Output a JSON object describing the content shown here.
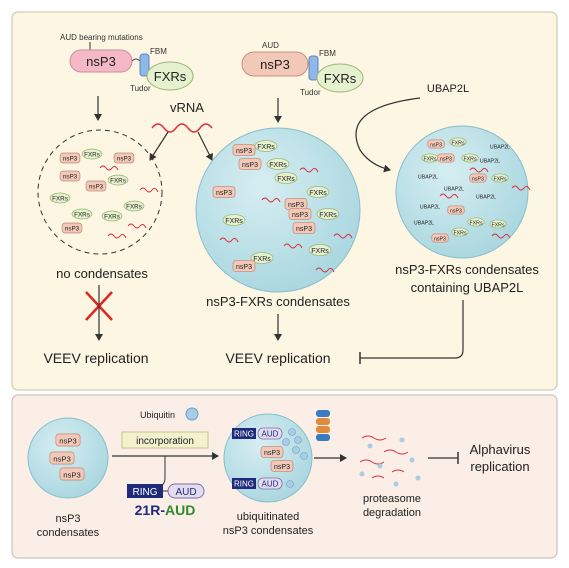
{
  "colors": {
    "top_panel_bg": "#fdf6e3",
    "bottom_panel_bg": "#faeee6",
    "border": "#bdbdbd",
    "nsp3_fill": "#f2c9b8",
    "nsp3_stroke": "#c98f7c",
    "nsp3_pink_fill": "#f4b8c6",
    "fxr_fill": "#e6f1cf",
    "fxr_stroke": "#9bb87a",
    "condensate_fill": "#bfe3ea",
    "condensate_stroke": "#86bfcc",
    "rna": "#d8323e",
    "red_x": "#e0261f",
    "tudor_blue": "#8fb7e8",
    "ring_navy": "#1f2a7a",
    "aud_green": "#2f8a2f",
    "ubiquitin": "#a9cde9",
    "incorporation_box": "#f4f1cf"
  },
  "top_panel": {
    "left_construct": {
      "mutation_label": "AUD bearing mutations",
      "nsp3": "nsP3",
      "fbm": "FBM",
      "fxrs": "FXRs",
      "tudor": "Tudor"
    },
    "middle_construct": {
      "aud": "AUD",
      "nsp3": "nsP3",
      "fbm": "FBM",
      "fxrs": "FXRs",
      "tudor": "Tudor"
    },
    "vrna": "vRNA",
    "ubap2l": "UBAP2L",
    "left_droplet_labels": [
      "nsP3",
      "FXRs",
      "nsP3",
      "nsP3",
      "FXRs",
      "FXRs",
      "nsP3",
      "FXRs",
      "FXRs",
      "nsP3",
      "FXRs"
    ],
    "middle_droplet_labels": [
      "nsP3",
      "FXRs",
      "nsP3",
      "FXRs",
      "nsP3",
      "FXRs",
      "nsP3",
      "nsP3",
      "nsP3",
      "FXRs",
      "FXRs",
      "FXRs",
      "nsP3",
      "FXRs",
      "FXRs"
    ],
    "right_droplet_labels": [
      "nsP3",
      "FXRs",
      "FXRs",
      "nsP3",
      "FXRs",
      "UBAP2L",
      "UBAP2L",
      "UBAP2L",
      "UBAP2L",
      "nsP3",
      "FXRs",
      "UBAP2L",
      "UBAP2L",
      "nsP3",
      "FXRs",
      "UBAP2L",
      "nsP3",
      "FXRs",
      "FXRs"
    ],
    "no_condensates": "no condensates",
    "nsp3_fxrs_condensates": "nsP3-FXRs condensates",
    "containing_line1": "nsP3-FXRs condensates",
    "containing_line2": "containing UBAP2L",
    "veev_replication_left": "VEEV replication",
    "veev_replication_middle": "VEEV replication"
  },
  "bottom_panel": {
    "ubiquitin": "Ubiquitin",
    "incorporation": "incorporation",
    "nsp3_labels": [
      "nsP3",
      "nsP3",
      "nsP3"
    ],
    "condensates_line1": "nsP3",
    "condensates_line2": "condensates",
    "ring": "RING",
    "aud": "AUD",
    "construct_r": "21R-",
    "construct_aud": "AUD",
    "ubq_labels": [
      "RING",
      "AUD",
      "nsP3",
      "nsP3",
      "RING",
      "AUD"
    ],
    "ubq_line1": "ubiquitinated",
    "ubq_line2": "nsP3 condensates",
    "proteasome_line1": "proteasome",
    "proteasome_line2": "degradation",
    "alphavirus_line1": "Alphavirus",
    "alphavirus_line2": "replication"
  }
}
